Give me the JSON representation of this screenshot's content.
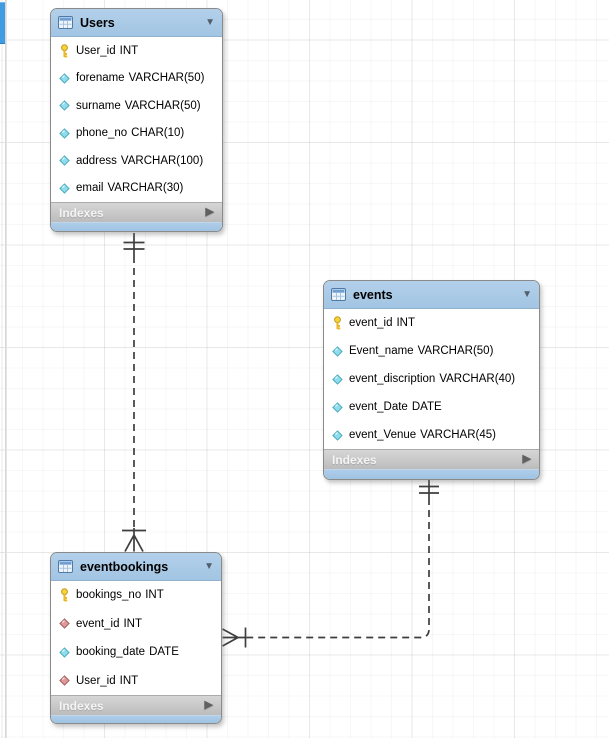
{
  "diagram": {
    "app_context": "EER diagram canvas",
    "icons": {
      "collapse_glyph": "▼",
      "expand_glyph": "▶"
    },
    "colors": {
      "table_header_blue": "#a6c8e5",
      "indexes_bar_gray": "#c6c6c6",
      "primary_key_yellow": "#f2cb30",
      "column_diamond_cyan": "#8fdcec",
      "foreign_key_diamond_red": "#dc9a9a",
      "relationship_line": "#3e3e3e",
      "edge_strip_blue": "#3f9be2"
    },
    "tables": [
      {
        "name": "Users",
        "indexes_label": "Indexes",
        "columns": [
          {
            "icon": "primary-key",
            "name": "User_id",
            "type": "INT"
          },
          {
            "icon": "column",
            "name": "forename",
            "type": "VARCHAR(50)"
          },
          {
            "icon": "column",
            "name": "surname",
            "type": "VARCHAR(50)"
          },
          {
            "icon": "column",
            "name": "phone_no",
            "type": "CHAR(10)"
          },
          {
            "icon": "column",
            "name": "address",
            "type": "VARCHAR(100)"
          },
          {
            "icon": "column",
            "name": "email",
            "type": "VARCHAR(30)"
          }
        ]
      },
      {
        "name": "events",
        "indexes_label": "Indexes",
        "columns": [
          {
            "icon": "primary-key",
            "name": "event_id",
            "type": "INT"
          },
          {
            "icon": "column",
            "name": "Event_name",
            "type": "VARCHAR(50)"
          },
          {
            "icon": "column",
            "name": "event_discription",
            "type": "VARCHAR(40)"
          },
          {
            "icon": "column",
            "name": "event_Date",
            "type": "DATE"
          },
          {
            "icon": "column",
            "name": "event_Venue",
            "type": "VARCHAR(45)"
          }
        ]
      },
      {
        "name": "eventbookings",
        "indexes_label": "Indexes",
        "columns": [
          {
            "icon": "primary-key",
            "name": "bookings_no",
            "type": "INT"
          },
          {
            "icon": "foreign-key",
            "name": "event_id",
            "type": "INT"
          },
          {
            "icon": "column",
            "name": "booking_date",
            "type": "DATE"
          },
          {
            "icon": "foreign-key",
            "name": "User_id",
            "type": "INT"
          }
        ]
      }
    ],
    "relationships": [
      {
        "from_table": "Users",
        "to_table": "eventbookings",
        "from_cardinality": "one (mandatory)",
        "to_cardinality": "many (mandatory)",
        "line_style": "dashed (non-identifying)"
      },
      {
        "from_table": "events",
        "to_table": "eventbookings",
        "from_cardinality": "one (mandatory)",
        "to_cardinality": "many (mandatory)",
        "line_style": "dashed (non-identifying)"
      }
    ]
  }
}
